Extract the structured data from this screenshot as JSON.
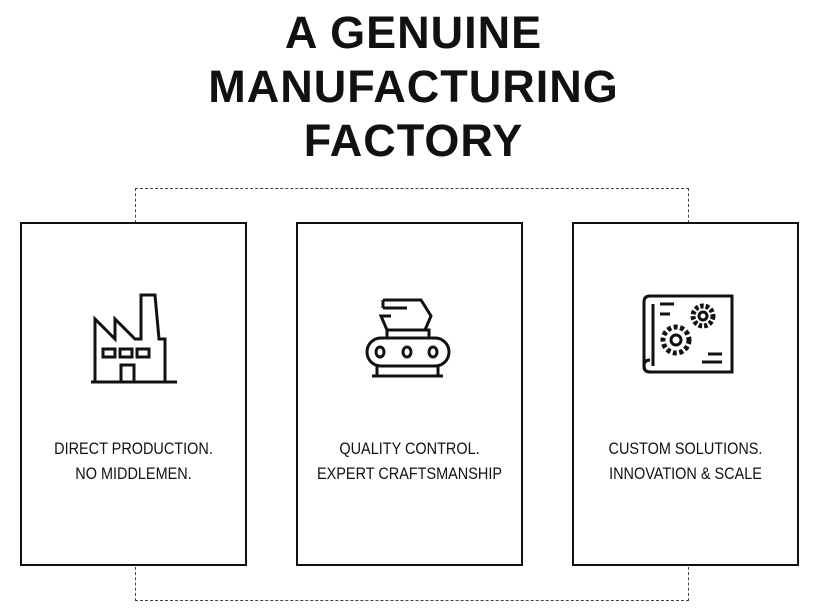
{
  "title": {
    "line1": "A GENUINE",
    "line2": "MANUFACTURING",
    "line3": "FACTORY"
  },
  "cards": [
    {
      "icon": "factory-icon",
      "line1": "DIRECT PRODUCTION.",
      "line2": "NO MIDDLEMEN."
    },
    {
      "icon": "conveyor-machine-icon",
      "line1": "QUALITY CONTROL.",
      "line2": "EXPERT CRAFTSMANSHIP"
    },
    {
      "icon": "blueprint-gears-icon",
      "line1": "CUSTOM SOLUTIONS.",
      "line2": "INNOVATION & SCALE"
    }
  ]
}
